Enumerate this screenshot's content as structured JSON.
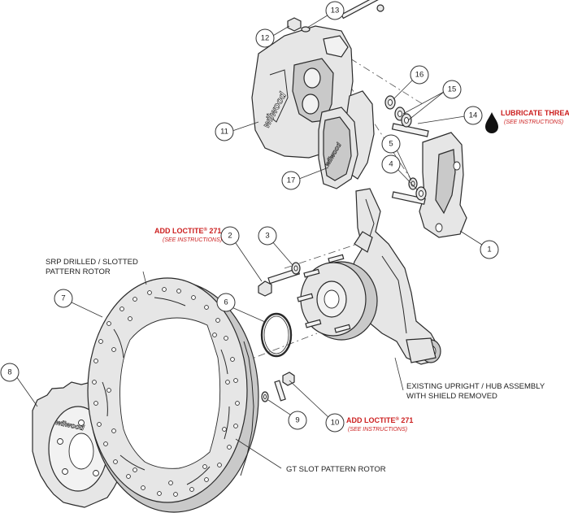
{
  "labels": {
    "srp_rotor_line1": "SRP DRILLED / SLOTTED",
    "srp_rotor_line2": "PATTERN ROTOR",
    "existing_upright_line1": "EXISTING UPRIGHT / HUB ASSEMBLY",
    "existing_upright_line2": "WITH SHIELD REMOVED",
    "gt_rotor": "GT SLOT PATTERN ROTOR"
  },
  "notes": {
    "lubricate_title": "LUBRICATE THREADS",
    "lubricate_sub": "(SEE INSTRUCTIONS)",
    "loctite_top_title_prefix": "ADD LOCTITE",
    "loctite_top_title_suffix": " 271",
    "loctite_top_sub": "(SEE INSTRUCTIONS)",
    "loctite_bottom_title_prefix": "ADD LOCTITE",
    "loctite_bottom_title_suffix": " 271",
    "loctite_bottom_sub": "(SEE INSTRUCTIONS)",
    "registered_mark": "®"
  },
  "brand": {
    "caliper_text": "wilwood",
    "pad_text": "wilwood",
    "hat_text": "wilwood"
  },
  "callouts": [
    "1",
    "2",
    "3",
    "4",
    "5",
    "6",
    "7",
    "8",
    "9",
    "10",
    "11",
    "12",
    "13",
    "14",
    "15",
    "16",
    "17"
  ],
  "colors": {
    "note_red": "#cc1f1f",
    "line": "#2a2a2a",
    "part_fill": "#e6e6e6"
  }
}
